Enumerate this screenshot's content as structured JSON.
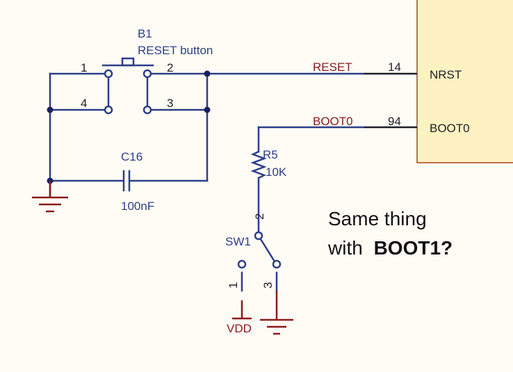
{
  "colors": {
    "background": "#fffbf5",
    "wire": "#2c3f8a",
    "black_wire": "#1e1e28",
    "power": "#8b1a1a",
    "chip_fill": "#fef2c2",
    "chip_border": "#a8441c",
    "junction": "#1a2060"
  },
  "button": {
    "designator": "B1",
    "description": "RESET button",
    "pins": [
      "1",
      "2",
      "3",
      "4"
    ]
  },
  "capacitor": {
    "designator": "C16",
    "value": "100nF"
  },
  "resistor": {
    "designator": "R5",
    "value": "10K"
  },
  "switch": {
    "designator": "SW1",
    "pins": [
      "1",
      "2",
      "3"
    ],
    "supply_label": "VDD"
  },
  "nets": {
    "reset": "RESET",
    "boot0": "BOOT0"
  },
  "mcu": {
    "pins": [
      {
        "number": "14",
        "name": "NRST"
      },
      {
        "number": "94",
        "name": "BOOT0"
      }
    ]
  },
  "note": {
    "prefix": "Same thing",
    "line2_prefix": "with",
    "line2_bold": "BOOT1?"
  },
  "icons": [
    "ground-symbol",
    "vdd-symbol",
    "junction-dot"
  ]
}
